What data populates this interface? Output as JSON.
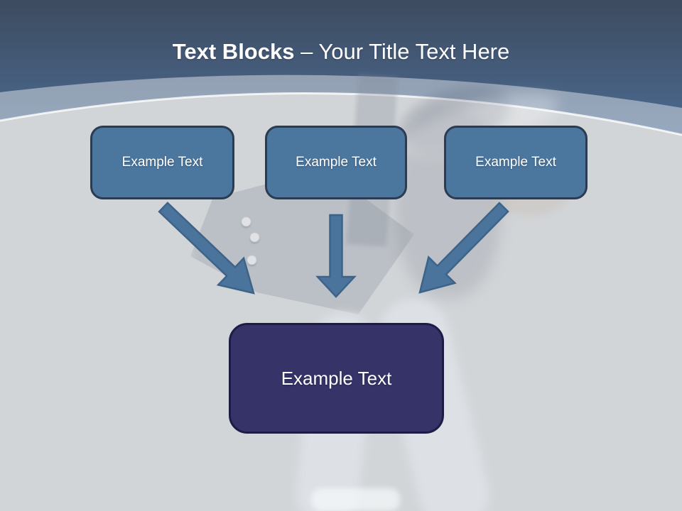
{
  "slide": {
    "title": {
      "bold": "Text Blocks",
      "rest": "– Your Title Text Here"
    }
  },
  "diagram": {
    "top_boxes": [
      {
        "label": "Example Text"
      },
      {
        "label": "Example Text"
      },
      {
        "label": "Example Text"
      }
    ],
    "bottom_box": {
      "label": "Example Text"
    },
    "arrows": [
      "down-right",
      "down",
      "down-left"
    ]
  },
  "colors": {
    "header_gradient_top": "#3D4B60",
    "header_gradient_bottom": "#4E7099",
    "band_overlay": "#A9B6C6",
    "background": "#D2D5D8",
    "top_box_fill": "#4B769E",
    "top_box_border": "#2A3B52",
    "bottom_box_fill": "#353368",
    "bottom_box_border": "#1D1C47",
    "arrow_fill": "#4B749C",
    "arrow_border": "#3D6389",
    "title_text": "#FFFFFF"
  }
}
